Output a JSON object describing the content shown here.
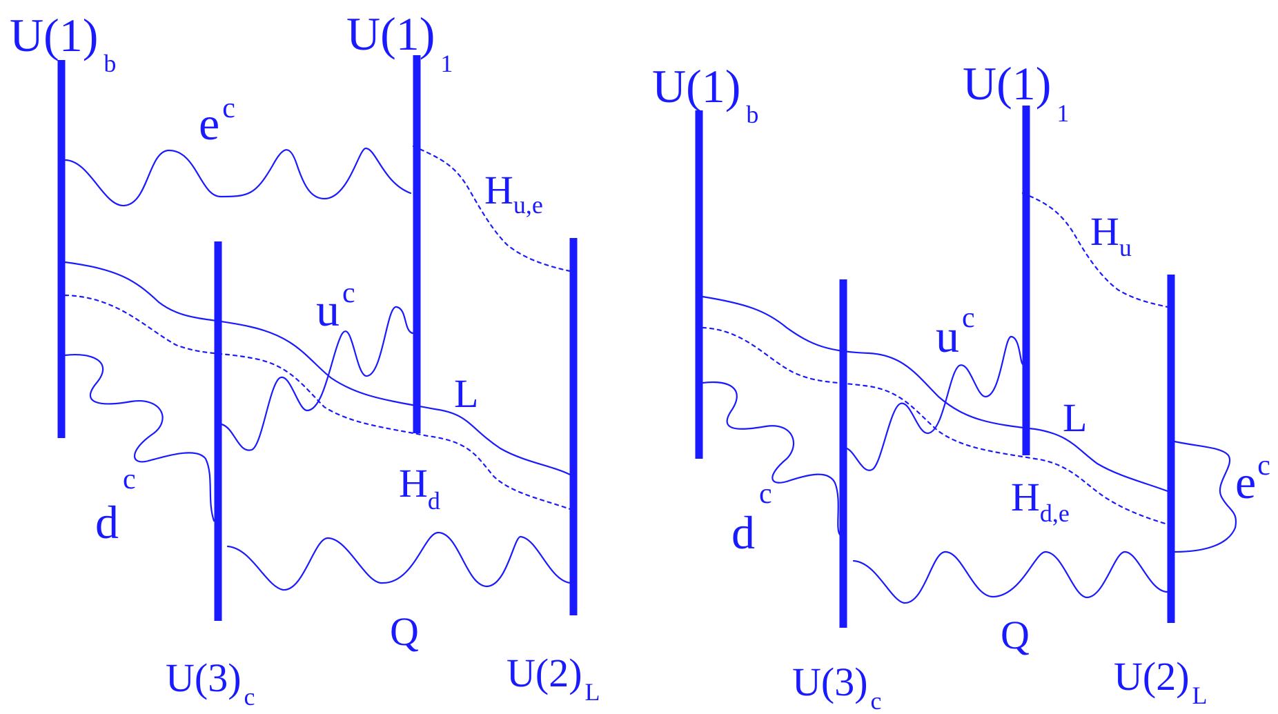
{
  "colors": {
    "ink": "#1a1aff",
    "background": "#ffffff"
  },
  "left_panel": {
    "stack_b": {
      "main": "U(1)",
      "sub": "b"
    },
    "stack_1": {
      "main": "U(1)",
      "sub": "1"
    },
    "stack_c": {
      "main": "U(3)",
      "sub": "c"
    },
    "stack_L": {
      "main": "U(2)",
      "sub": "L"
    },
    "string_ec": {
      "main": "e",
      "sup": "c"
    },
    "string_uc": {
      "main": "u",
      "sup": "c"
    },
    "string_dc": {
      "main": "d",
      "sup": "c"
    },
    "string_Hue": {
      "main": "H",
      "sub": "u,e"
    },
    "string_Hd": {
      "main": "H",
      "sub": "d"
    },
    "string_L": {
      "main": "L"
    },
    "string_Q": {
      "main": "Q"
    }
  },
  "right_panel": {
    "stack_b": {
      "main": "U(1)",
      "sub": "b"
    },
    "stack_1": {
      "main": "U(1)",
      "sub": "1"
    },
    "stack_c": {
      "main": "U(3)",
      "sub": "c"
    },
    "stack_L": {
      "main": "U(2)",
      "sub": "L"
    },
    "string_uc": {
      "main": "u",
      "sup": "c"
    },
    "string_dc": {
      "main": "d",
      "sup": "c"
    },
    "string_ec": {
      "main": "e",
      "sup": "c"
    },
    "string_Hu": {
      "main": "H",
      "sub": "u"
    },
    "string_Hde": {
      "main": "H",
      "sub": "d,e"
    },
    "string_L": {
      "main": "L"
    },
    "string_Q": {
      "main": "Q"
    }
  }
}
